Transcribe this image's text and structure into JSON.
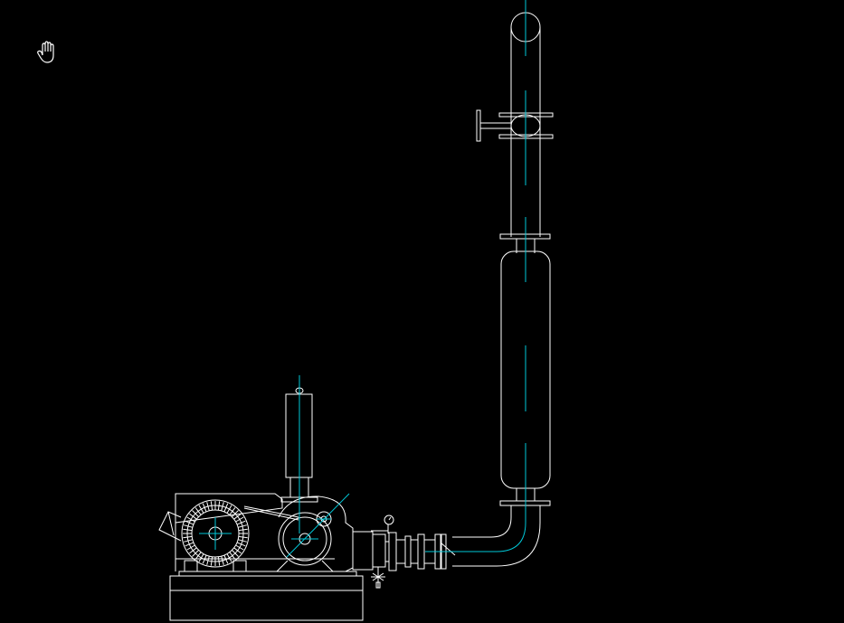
{
  "viewport": {
    "background": "#000000"
  },
  "cursor": {
    "icon": "hand-pan-icon"
  },
  "drawing": {
    "line_color": "#ffffff",
    "centerline_color": "#00c8d8",
    "components": [
      "electric-motor",
      "roots-blower",
      "inlet-silencer",
      "discharge-elbow",
      "vertical-silencer",
      "check-valve",
      "vertical-pipe",
      "base-frame",
      "pressure-gauge"
    ]
  }
}
